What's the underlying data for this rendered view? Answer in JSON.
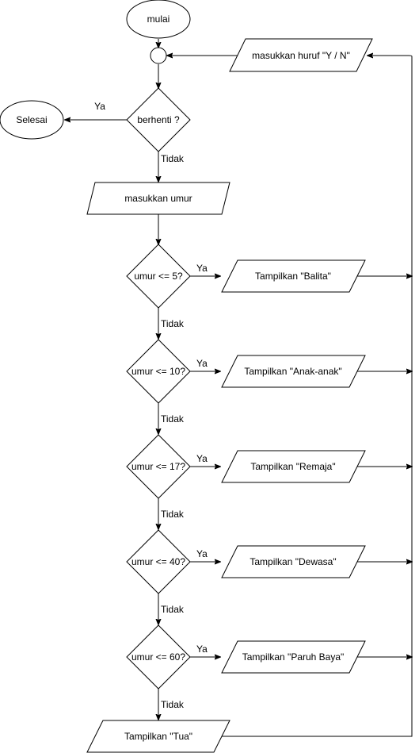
{
  "nodes": {
    "start": "mulai",
    "end": "Selesai",
    "input_choice": "masukkan huruf \"Y / N\"",
    "stop_decision": "berhenti ?",
    "input_age": "masukkan umur",
    "d5": "umur <= 5?",
    "d10": "umur <= 10?",
    "d17": "umur <= 17?",
    "d40": "umur <= 40?",
    "d60": "umur <= 60?",
    "out_balita": "Tampilkan \"Balita\"",
    "out_anak": "Tampilkan \"Anak-anak\"",
    "out_remaja": "Tampilkan \"Remaja\"",
    "out_dewasa": "Tampilkan \"Dewasa\"",
    "out_paruh": "Tampilkan \"Paruh Baya\"",
    "out_tua": "Tampilkan \"Tua\""
  },
  "edge_labels": {
    "ya_stop": "Ya",
    "tidak_stop": "Tidak",
    "ya_5": "Ya",
    "tidak_5": "Tidak",
    "ya_10": "Ya",
    "tidak_10": "Tidak",
    "ya_17": "Ya",
    "tidak_17": "Tidak",
    "ya_40": "Ya",
    "tidak_40": "Tidak",
    "ya_60": "Ya",
    "tidak_60": "Tidak"
  }
}
